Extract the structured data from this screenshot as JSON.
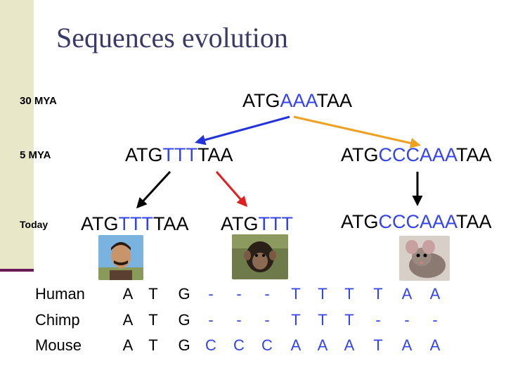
{
  "slide": {
    "title": "Sequences evolution"
  },
  "eras": {
    "mya30": "30 MYA",
    "mya5": "5   MYA",
    "today": "Today"
  },
  "sequences": {
    "root": {
      "prefix": "ATG",
      "insert": "AAA",
      "suffix": "TAA"
    },
    "human_chimp_ancestor": {
      "prefix": "ATG",
      "insert": "TTT",
      "suffix": "TAA"
    },
    "mouse_ancestor": {
      "prefix": "ATG",
      "insert": "CCCAAA",
      "suffix": "TAA"
    },
    "human": {
      "prefix": "ATG",
      "insert": "TTT",
      "suffix": "TAA"
    },
    "chimp": {
      "prefix": "ATG",
      "insert": "TTT",
      "suffix": ""
    },
    "mouse": {
      "prefix": "ATG",
      "insert": "CCCAAA",
      "suffix": "TAA"
    }
  },
  "photos": {
    "human": "human-photo",
    "chimp": "chimp-photo",
    "mouse": "mouse-photo"
  },
  "alignment": {
    "rows": [
      {
        "label": "Human",
        "cells": [
          "A",
          "T",
          "G",
          "-",
          "-",
          "-",
          "T",
          "T",
          "T",
          "T",
          "A",
          "A"
        ]
      },
      {
        "label": "Chimp",
        "cells": [
          "A",
          "T",
          "G",
          "-",
          "-",
          "-",
          "T",
          "T",
          "T",
          "-",
          "-",
          "-"
        ]
      },
      {
        "label": "Mouse",
        "cells": [
          "A",
          "T",
          "G",
          "C",
          "C",
          "C",
          "A",
          "A",
          "A",
          "T",
          "A",
          "A"
        ]
      }
    ]
  },
  "colors": {
    "insert": "#3344ee",
    "title": "#3a3a6a",
    "arrow_blue": "#2233dd",
    "arrow_orange": "#f0a020",
    "arrow_black": "#000000",
    "arrow_red": "#e02020"
  }
}
